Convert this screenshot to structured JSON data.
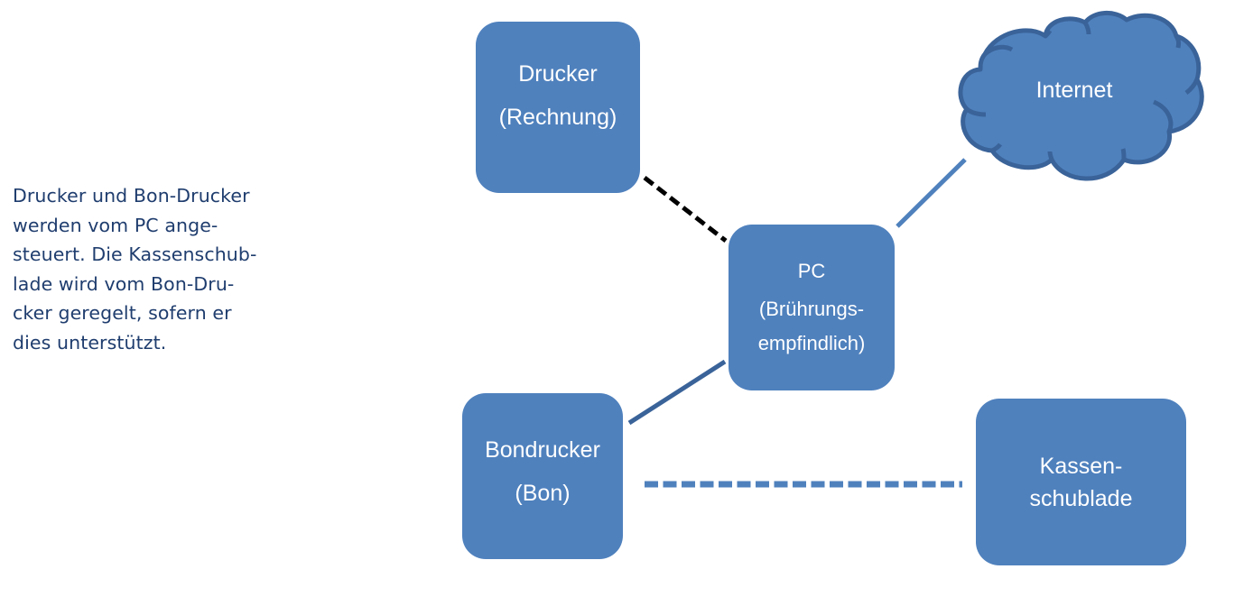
{
  "description": {
    "lines": [
      "Drucker und Bon-Drucker",
      "werden vom PC ange-",
      "steuert. Die Kassenschub-",
      "lade wird vom Bon-Dru-",
      "cker geregelt, sofern er",
      "dies unterstützt."
    ]
  },
  "nodes": {
    "drucker": {
      "lines": [
        "Drucker",
        "(Rechnung)"
      ]
    },
    "pc": {
      "lines": [
        "PC",
        "(Brührungs-",
        "empfindlich)"
      ]
    },
    "bondrucker": {
      "lines": [
        "Bondrucker",
        "(Bon)"
      ]
    },
    "kassenschublade": {
      "lines": [
        "Kassen-",
        "schublade"
      ]
    },
    "internet": {
      "label": "Internet",
      "shape": "cloud"
    }
  },
  "connections": [
    {
      "from": "drucker",
      "to": "pc",
      "style": "dashed",
      "color": "#000000"
    },
    {
      "from": "pc",
      "to": "internet",
      "style": "solid",
      "color": "#4f81bd"
    },
    {
      "from": "bondrucker",
      "to": "pc",
      "style": "solid",
      "color": "#3a6399"
    },
    {
      "from": "bondrucker",
      "to": "kassenschublade",
      "style": "dashed",
      "color": "#4f81bd"
    }
  ],
  "colors": {
    "node_fill": "#4f81bd",
    "cloud_stroke": "#3a6399",
    "text_dark": "#1f3d6e",
    "node_text": "#ffffff"
  }
}
